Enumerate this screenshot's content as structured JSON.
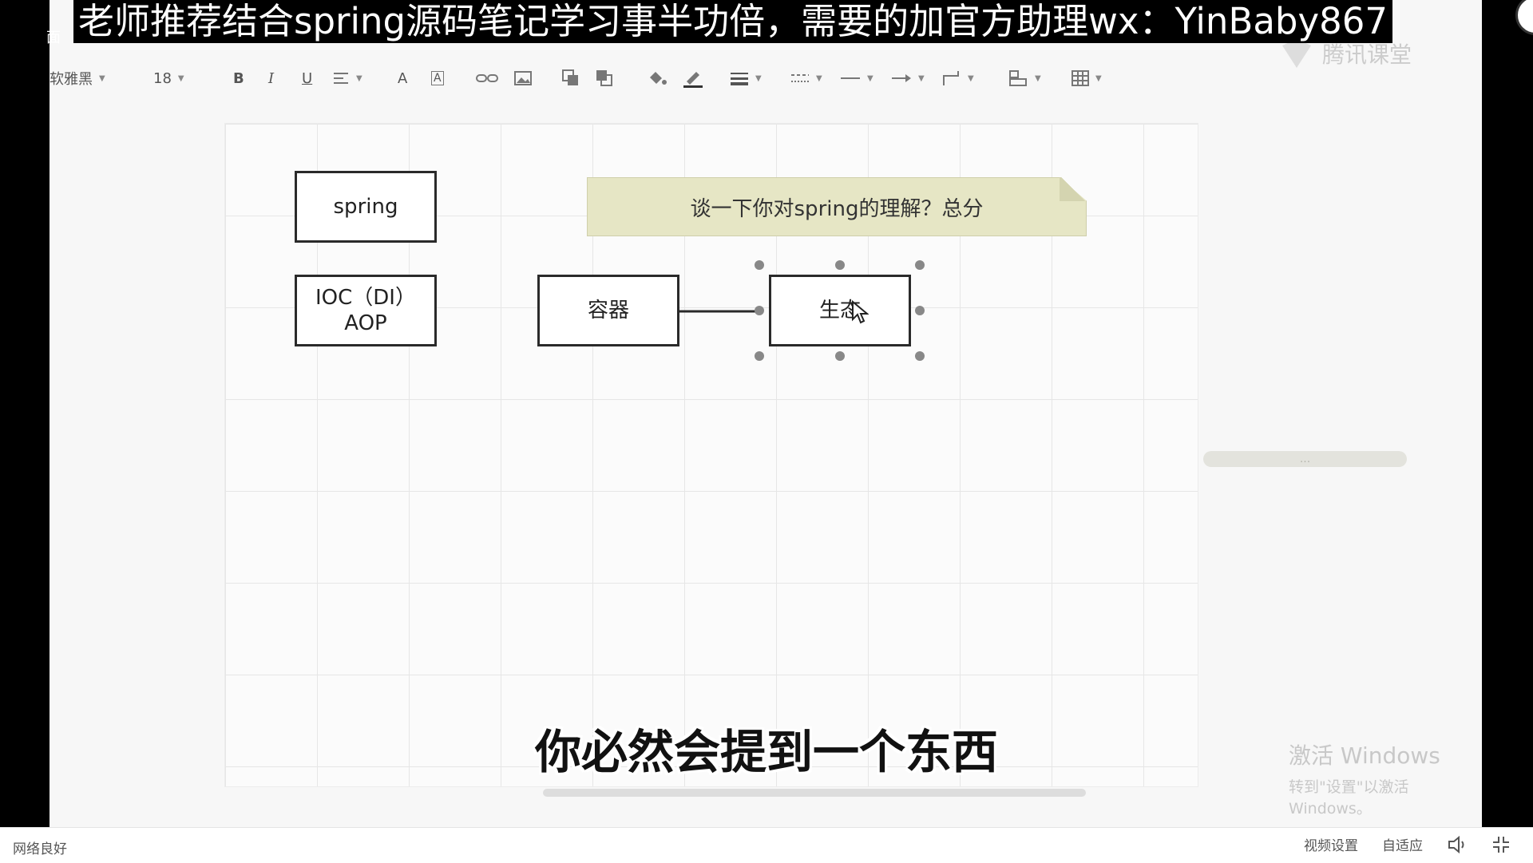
{
  "banner": {
    "text": "老师推荐结合spring源码笔记学习事半功倍，需要的加官方助理wx：YinBaby867"
  },
  "window_edge_label": "面",
  "toolbar": {
    "font_family": "软雅黑",
    "font_size": "18",
    "bold": "B",
    "italic": "I",
    "underline": "U",
    "font_color": "A",
    "highlight": "A"
  },
  "logo": {
    "text": "腾讯课堂"
  },
  "diagram": {
    "note": "谈一下你对spring的理解？总分",
    "nodes": {
      "spring": "spring",
      "ioc_line1": "IOC（DI）",
      "ioc_line2": "AOP",
      "container": "容器",
      "ecosystem": "生态"
    }
  },
  "blurred_label": "...",
  "watermark": {
    "title": "激活 Windows",
    "subtitle": "转到\"设置\"以激活 Windows。"
  },
  "subtitle": "你必然会提到一个东西",
  "status_bar": {
    "network": "网络良好",
    "video_settings": "视频设置",
    "auto_fit": "自适应"
  },
  "colors": {
    "note_fill": "#e6e6c5",
    "node_border": "#2a2a2a",
    "banner_bg": "#000000"
  }
}
